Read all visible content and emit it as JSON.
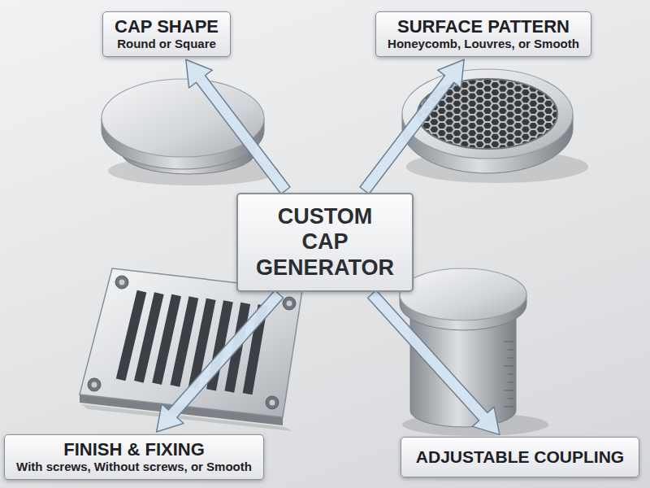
{
  "diagram": {
    "nodes": [
      {
        "text": [
          "CAP SHAPE",
          "Round or Square"
        ]
      },
      {
        "text": [
          "SURFACE PATTERN",
          "Honeycomb, Louvres, or Smooth"
        ]
      },
      {
        "text": [
          "CUSTOM CAP GENERATOR"
        ]
      },
      {
        "text": [
          "FINISH & FIXING",
          "With screws, Without screws, or Smooth"
        ]
      },
      {
        "text": [
          "ADJUSTABLE COUPLING"
        ]
      }
    ],
    "edges": [
      {
        "from": 2,
        "to": 0,
        "arrow": "to"
      },
      {
        "from": 2,
        "to": 1,
        "arrow": "to"
      },
      {
        "from": 2,
        "to": 3,
        "arrow": "to"
      },
      {
        "from": 2,
        "to": 4,
        "arrow": "to"
      }
    ]
  }
}
